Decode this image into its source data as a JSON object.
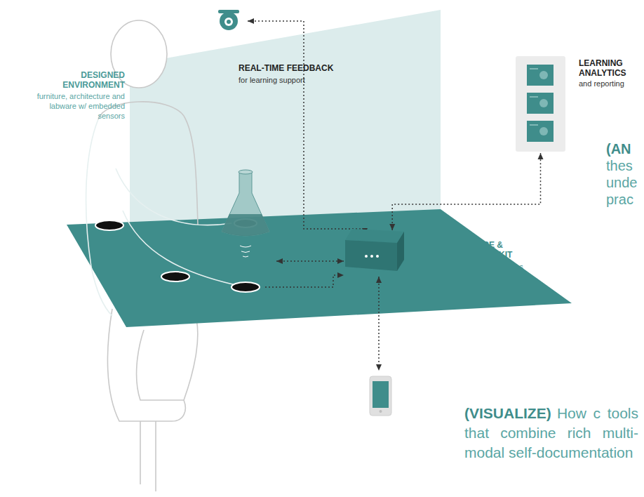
{
  "diagram": {
    "nodes": [
      {
        "text": [
          "LEARNING ANALYTICS",
          "and reporting"
        ]
      },
      {
        "text": [
          "SOFTWARE & HARDWARE KIT",
          "w/ integrated analytics"
        ]
      }
    ],
    "edges": [
      {
        "from": 1,
        "to": 0,
        "arrow": "both"
      }
    ],
    "labels": [
      "DESIGNED ENVIRONMENT",
      "furniture, architecture and labware w/ embedded sensors",
      "REAL-TIME FEEDBACK",
      "for learning support",
      "(AN",
      "thes unde prac",
      "(VISUALIZE)",
      "How c tools that combine rich multi-modal self-documentation"
    ]
  }
}
